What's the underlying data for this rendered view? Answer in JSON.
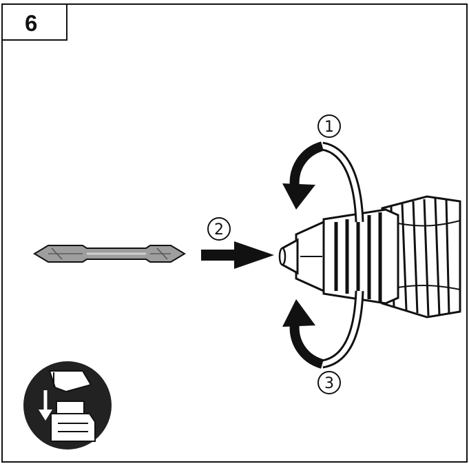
{
  "step": {
    "number": "6"
  },
  "callouts": [
    {
      "id": "1",
      "label": "1",
      "meaning": "rotate-chuck-open"
    },
    {
      "id": "2",
      "label": "2",
      "meaning": "insert-bit"
    },
    {
      "id": "3",
      "label": "3",
      "meaning": "rotate-chuck-close"
    }
  ],
  "icons": {
    "bit": "screwdriver-bit-icon",
    "drill": "drill-chuck-icon",
    "battery": "battery-removal-icon",
    "arrow": "arrow-right-icon",
    "rotate": "rotation-arrow-icon"
  },
  "colors": {
    "line": "#111111",
    "background": "#ffffff",
    "bit_fill": "#9e9e9e",
    "badge_fill": "#222222"
  }
}
